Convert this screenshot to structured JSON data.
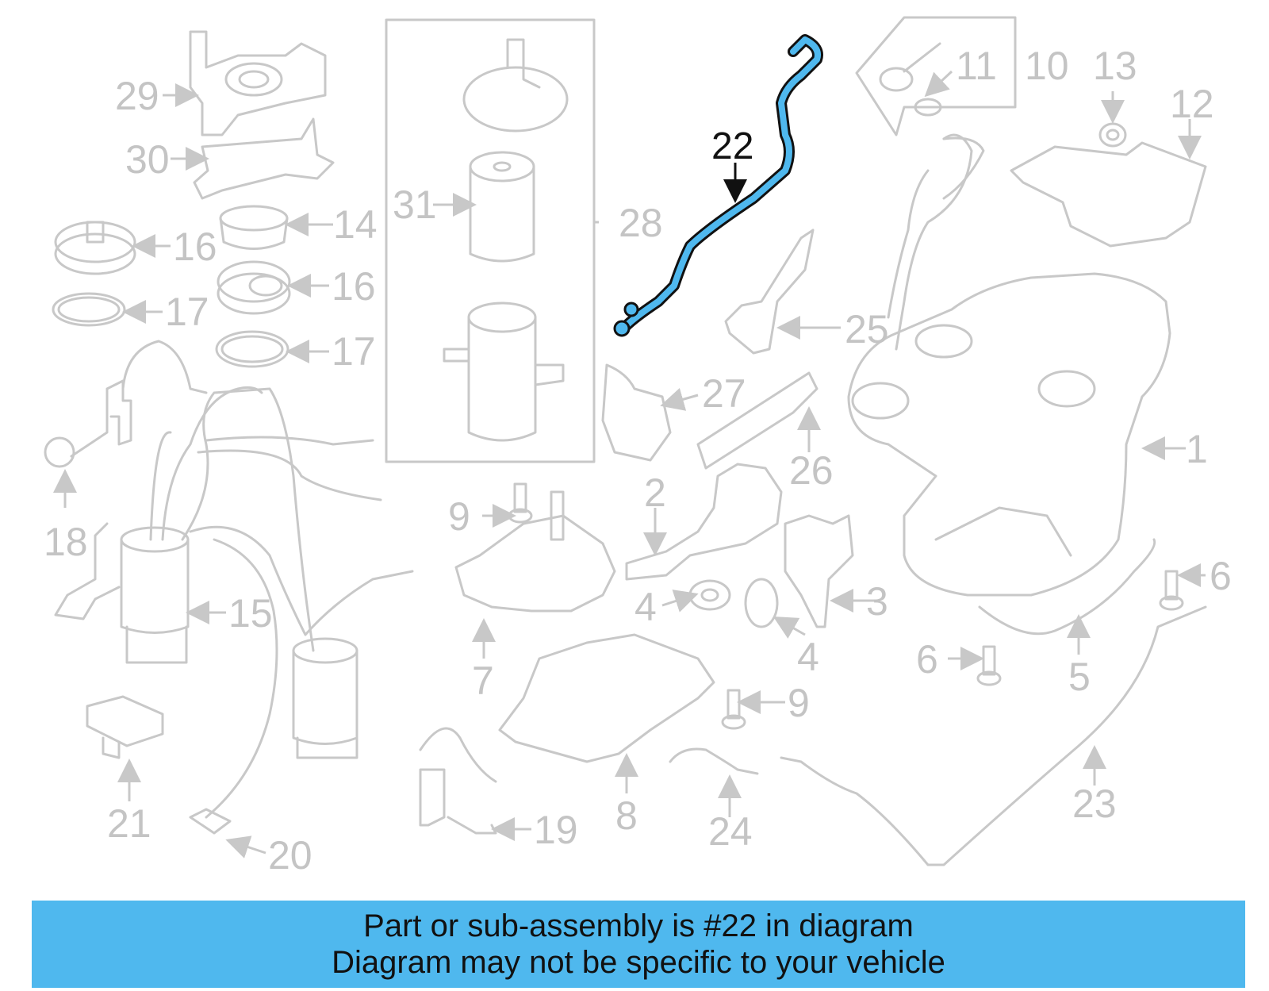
{
  "callouts": {
    "c1": "1",
    "c2": "2",
    "c3": "3",
    "c4a": "4",
    "c4b": "4",
    "c5": "5",
    "c6a": "6",
    "c6b": "6",
    "c7": "7",
    "c8": "8",
    "c9a": "9",
    "c9b": "9",
    "c10": "10",
    "c11": "11",
    "c12": "12",
    "c13": "13",
    "c14": "14",
    "c15": "15",
    "c16a": "16",
    "c16b": "16",
    "c17a": "17",
    "c17b": "17",
    "c18": "18",
    "c19": "19",
    "c20": "20",
    "c21": "21",
    "c22": "22",
    "c23": "23",
    "c24": "24",
    "c25": "25",
    "c26": "26",
    "c27": "27",
    "c28": "28",
    "c29": "29",
    "c30": "30",
    "c31": "31"
  },
  "highlight": {
    "part_number": "22",
    "color": "#4fb8ee"
  },
  "banner": {
    "line1": "Part or sub-assembly is #22 in diagram",
    "line2": "Diagram may not be specific to your vehicle"
  }
}
